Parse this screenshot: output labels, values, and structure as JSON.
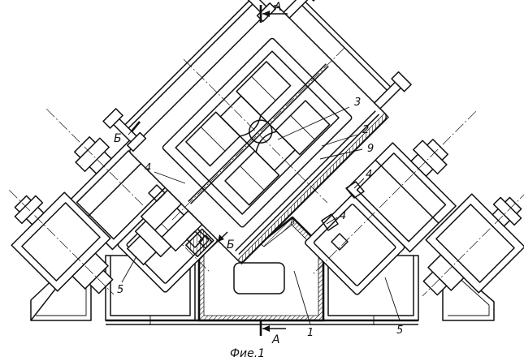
{
  "labels": {
    "part_1": "1",
    "part_2": "2",
    "part_3": "3",
    "part_4_left": "4",
    "part_4_mid": "4",
    "part_4_right": "4",
    "part_5_left": "5",
    "part_5_right": "5",
    "part_9": "9",
    "section_a_top": "А",
    "section_a_bottom": "А",
    "section_b_left": "Б",
    "section_b_bottom": "Б"
  },
  "caption": "Фие.1"
}
